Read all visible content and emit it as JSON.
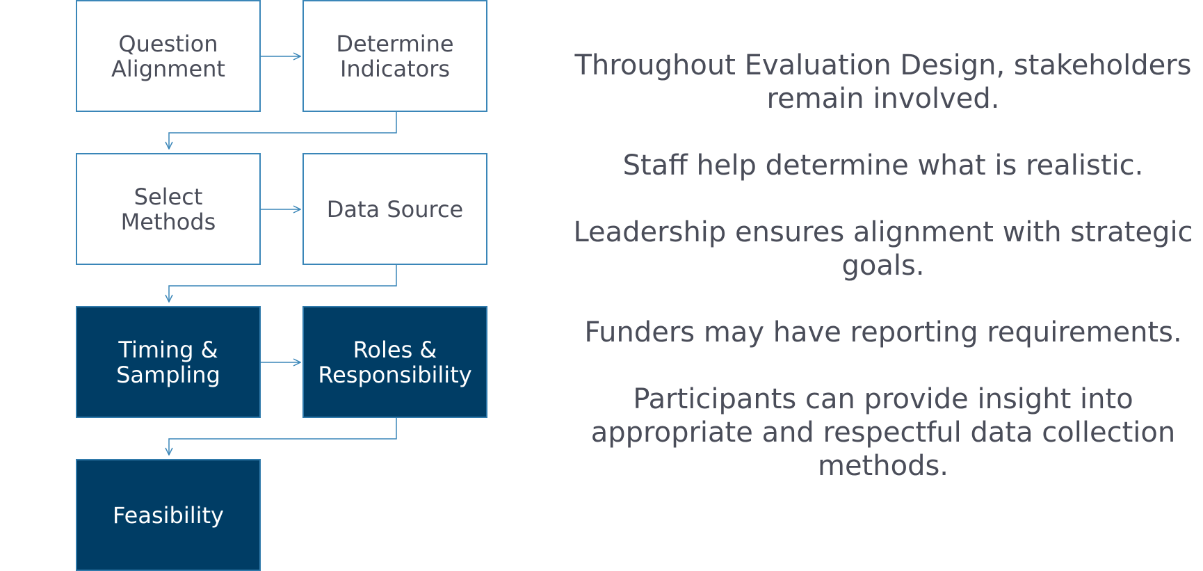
{
  "diagram": {
    "steps": [
      {
        "label": "Question\nAlignment",
        "style": "light"
      },
      {
        "label": "Determine\nIndicators",
        "style": "light"
      },
      {
        "label": "Select\nMethods",
        "style": "light"
      },
      {
        "label": "Data Source",
        "style": "light"
      },
      {
        "label": "Timing &\nSampling",
        "style": "dark"
      },
      {
        "label": "Roles &\nResponsibility",
        "style": "dark"
      },
      {
        "label": "Feasibility",
        "style": "dark"
      }
    ]
  },
  "notes": [
    "Throughout Evaluation Design, stakeholders remain involved.",
    "Staff help determine what is realistic.",
    "Leadership ensures alignment with strategic goals.",
    "Funders may have reporting requirements.",
    "Participants can provide insight into appropriate and respectful data collection methods."
  ],
  "colors": {
    "dark_box": "#003d65",
    "border": "#3a86b8",
    "text": "#4a4d59"
  }
}
